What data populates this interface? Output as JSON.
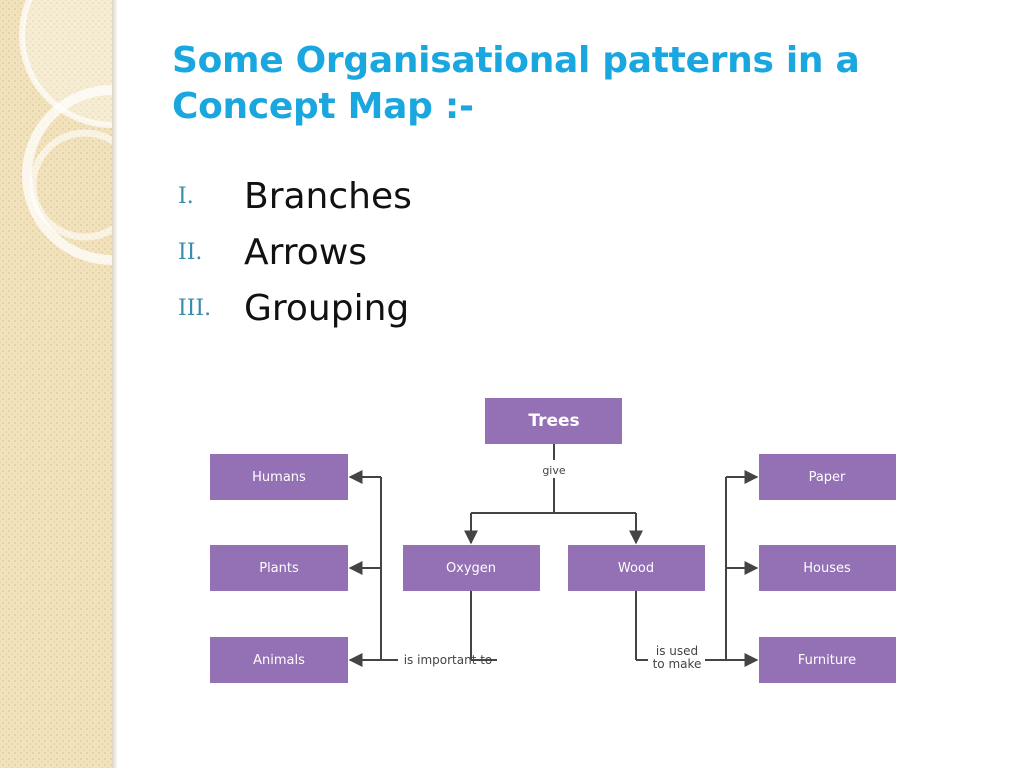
{
  "slide": {
    "title_line1": "Some Organisational patterns in a",
    "title_line2": "Concept Map :-",
    "accent_color": "#1aa6de",
    "side_panel_color": "#f2e3bd"
  },
  "bullets": [
    {
      "numeral": "I.",
      "text": "Branches"
    },
    {
      "numeral": "II.",
      "text": "Arrows"
    },
    {
      "numeral": "III.",
      "text": "Grouping"
    }
  ],
  "concept_map": {
    "node_color": "#9470b4",
    "line_color": "#444444",
    "nodes": {
      "root": "Trees",
      "left_group": [
        "Humans",
        "Plants",
        "Animals"
      ],
      "middle": [
        "Oxygen",
        "Wood"
      ],
      "right_group": [
        "Paper",
        "Houses",
        "Furniture"
      ]
    },
    "link_labels": {
      "root_link": "give",
      "oxygen_link": "is important to",
      "wood_link_line1": "is used",
      "wood_link_line2": "to make"
    }
  }
}
